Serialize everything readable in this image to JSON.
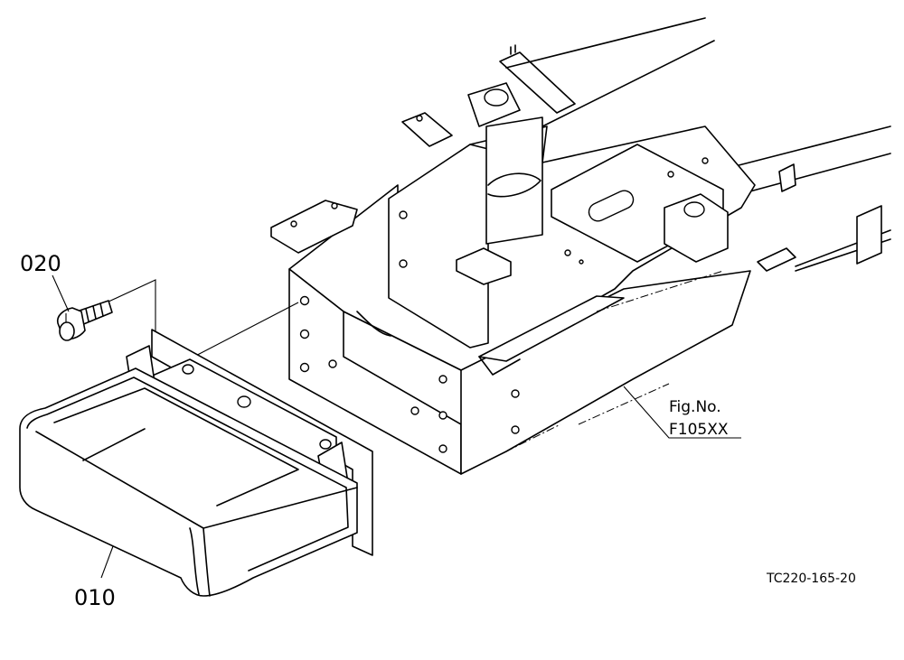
{
  "callouts": {
    "part_020": "020",
    "part_010": "010"
  },
  "figure": {
    "label_line1": "Fig.No.",
    "label_line2": "F105XX"
  },
  "drawing_code": "TC220-165-20"
}
